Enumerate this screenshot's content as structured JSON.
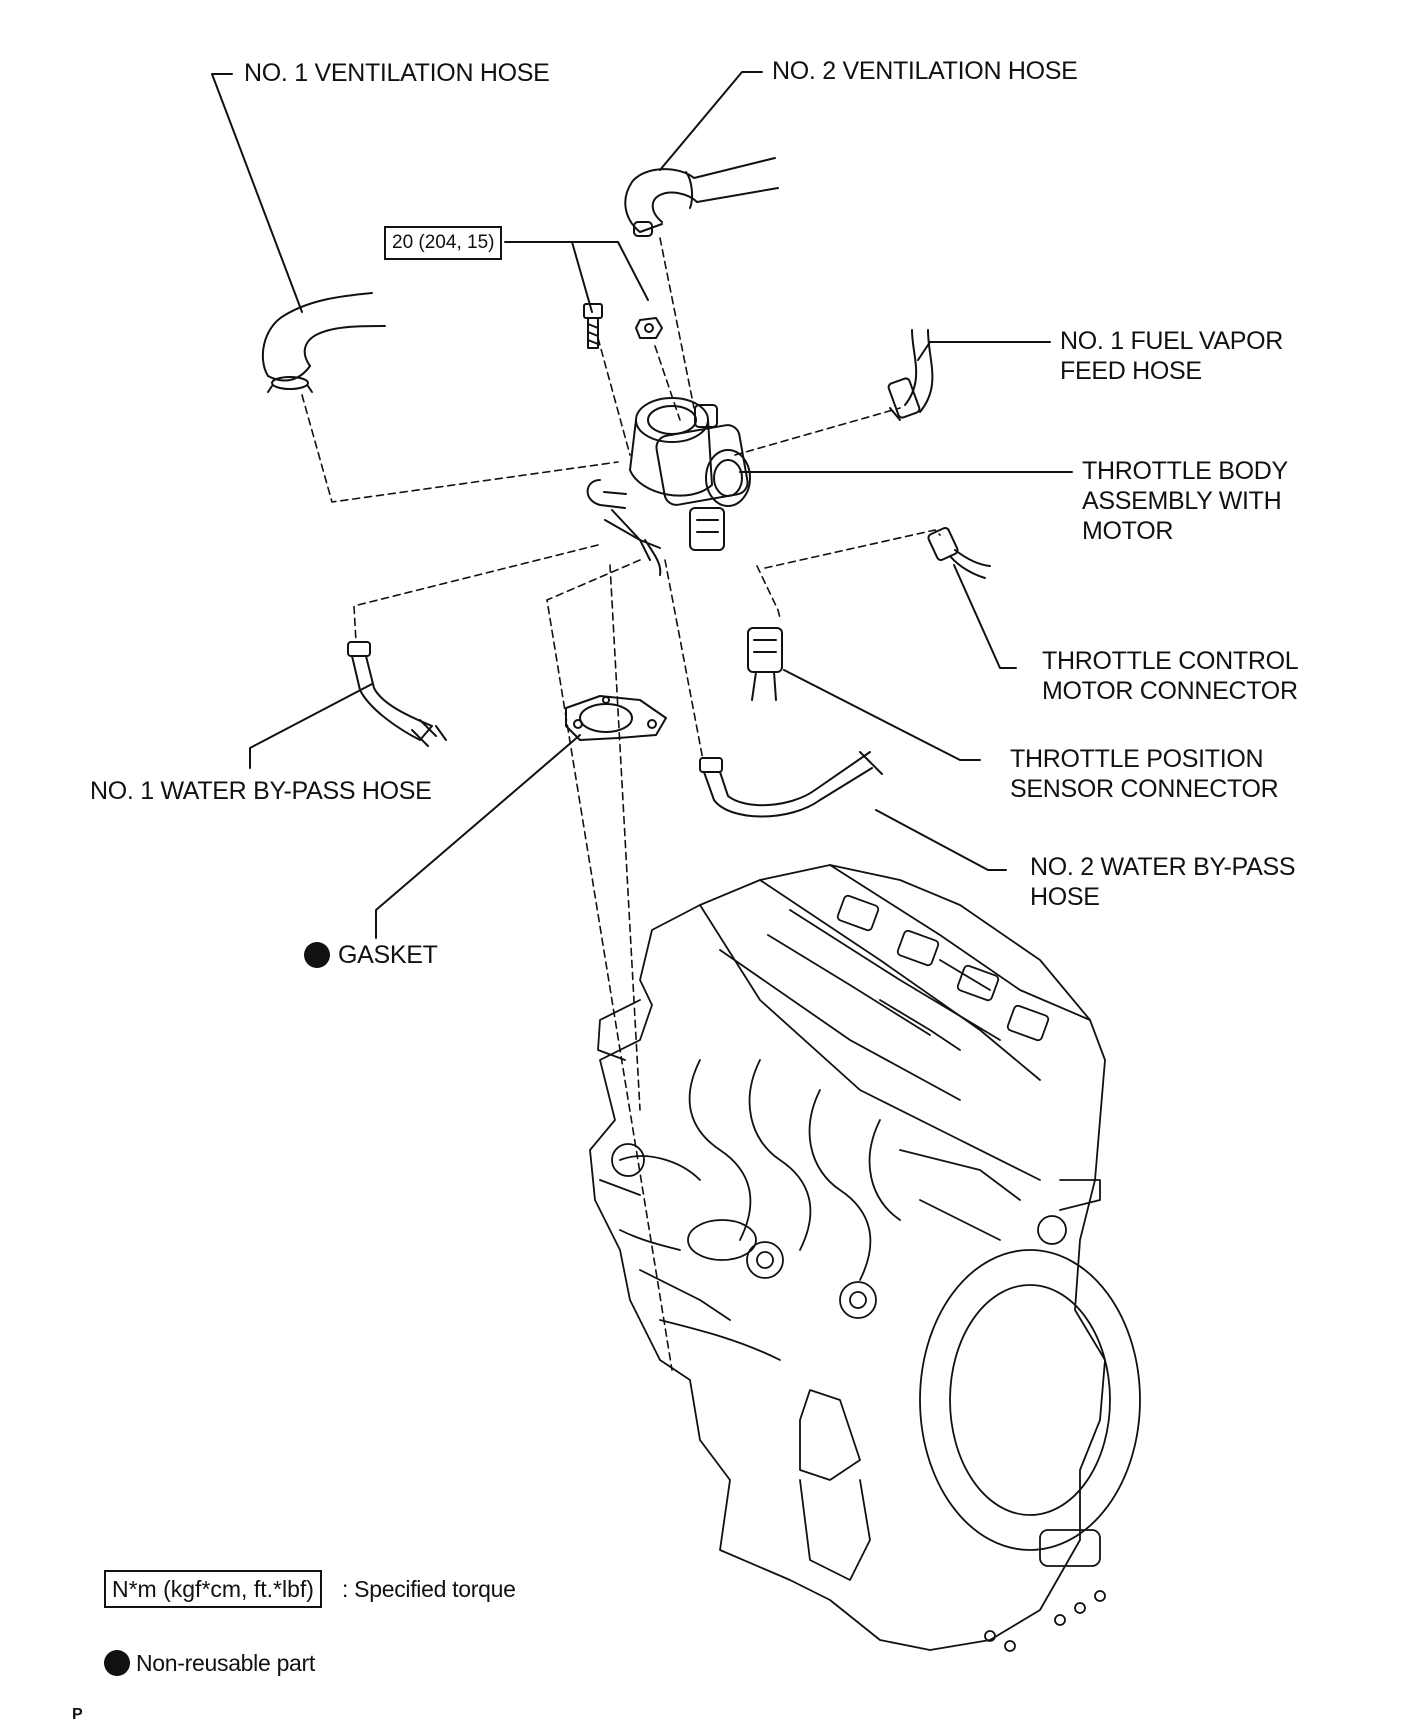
{
  "labels": {
    "no1_ventilation_hose": "NO. 1 VENTILATION HOSE",
    "no2_ventilation_hose": "NO. 2 VENTILATION HOSE",
    "no1_fuel_vapor_feed_hose": [
      "NO. 1 FUEL VAPOR",
      "FEED HOSE"
    ],
    "throttle_body_assembly": [
      "THROTTLE BODY",
      "ASSEMBLY WITH",
      "MOTOR"
    ],
    "throttle_control_motor_connector": [
      "THROTTLE CONTROL",
      "MOTOR CONNECTOR"
    ],
    "throttle_position_sensor_connector": [
      "THROTTLE POSITION",
      "SENSOR CONNECTOR"
    ],
    "no1_water_bypass_hose": "NO. 1 WATER BY-PASS HOSE",
    "no2_water_bypass_hose": [
      "NO. 2 WATER BY-PASS",
      "HOSE"
    ],
    "gasket": "GASKET"
  },
  "torque_spec": "20 (204, 15)",
  "legend": {
    "torque_unit": "N*m (kgf*cm, ft.*lbf)",
    "torque_text": ": Specified torque",
    "non_reusable_text": "Non-reusable part"
  },
  "corner_mark": "P"
}
